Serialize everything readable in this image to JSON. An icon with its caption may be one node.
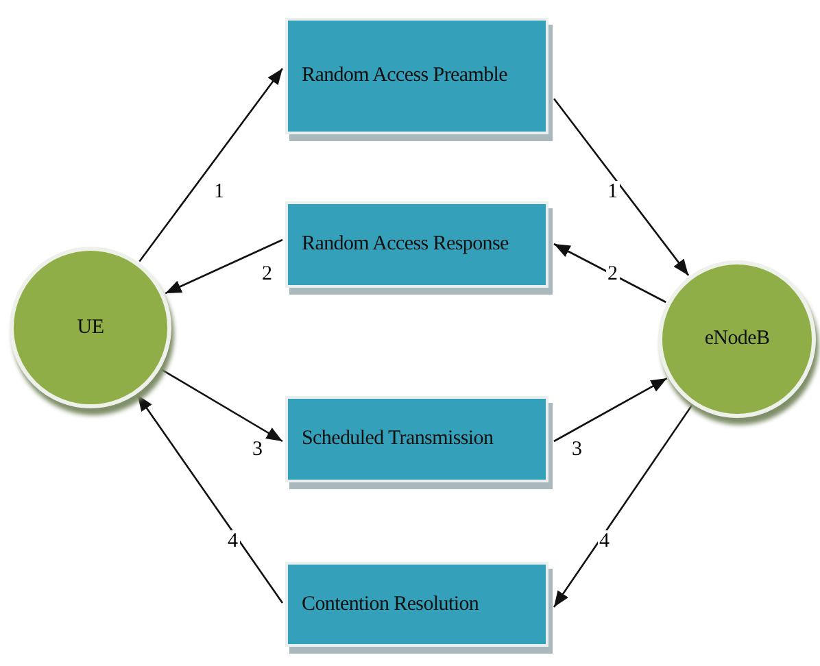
{
  "diagram": {
    "nodes": [
      {
        "text": [
          "UE"
        ]
      },
      {
        "text": [
          "Random Access Preamble"
        ]
      },
      {
        "text": [
          "Random Access Response"
        ]
      },
      {
        "text": [
          "Scheduled Transmission"
        ]
      },
      {
        "text": [
          "Contention Resolution"
        ]
      },
      {
        "text": [
          "eNodeB"
        ]
      }
    ],
    "edges": [
      {
        "from": 0,
        "to": 1,
        "arrow": "to",
        "label": "1"
      },
      {
        "from": 1,
        "to": 5,
        "arrow": "to",
        "label": "1"
      },
      {
        "from": 5,
        "to": 2,
        "arrow": "to",
        "label": "2"
      },
      {
        "from": 2,
        "to": 0,
        "arrow": "to",
        "label": "2"
      },
      {
        "from": 0,
        "to": 3,
        "arrow": "to",
        "label": "3"
      },
      {
        "from": 3,
        "to": 5,
        "arrow": "to",
        "label": "3"
      },
      {
        "from": 5,
        "to": 4,
        "arrow": "to",
        "label": "4"
      },
      {
        "from": 4,
        "to": 0,
        "arrow": "to",
        "label": "4"
      }
    ]
  }
}
